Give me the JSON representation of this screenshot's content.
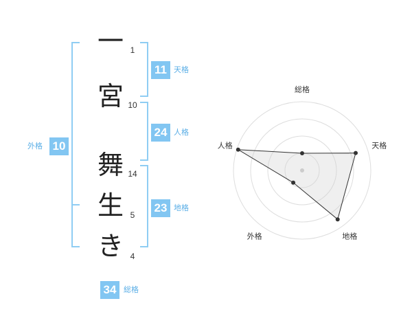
{
  "name": {
    "chars": [
      "一",
      "宮",
      "舞",
      "生",
      "き"
    ],
    "strokes": [
      "1",
      "10",
      "14",
      "5",
      "4"
    ]
  },
  "kaku": {
    "ten": {
      "value": "11",
      "label": "天格"
    },
    "jin": {
      "value": "24",
      "label": "人格"
    },
    "chi": {
      "value": "23",
      "label": "地格"
    },
    "gai": {
      "value": "10",
      "label": "外格"
    },
    "sou": {
      "value": "34",
      "label": "総格"
    }
  },
  "radar": {
    "axes": [
      "総格",
      "天格",
      "地格",
      "外格",
      "人格"
    ],
    "values": [
      0.25,
      0.82,
      0.88,
      0.22,
      0.98
    ],
    "rings": 4
  },
  "colors": {
    "accent": "#82c6f2",
    "bracket": "#8fcdf3",
    "label": "#5aaee6"
  }
}
